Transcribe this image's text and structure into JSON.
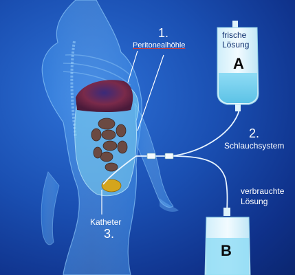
{
  "labels": {
    "step1_number": "1.",
    "step1_text": "Peritonealhöhle",
    "step2_number": "2.",
    "step2_text": "Schlauchsystem",
    "step3_text": "Katheter",
    "step3_number": "3.",
    "bag_a_text_line1": "frische",
    "bag_a_text_line2": "Lösung",
    "bag_a_letter": "A",
    "bag_b_text_line1": "verbrauchte",
    "bag_b_text_line2": "Lösung",
    "bag_b_letter": "B"
  },
  "colors": {
    "background": "#1a4fb2",
    "body": "#5fb2ff",
    "fluid": "#7fd4f0",
    "organs": "#6b4a42",
    "liver": "#7a2a4a",
    "bladder": "#d4a51c",
    "tube": "#e8f4ff",
    "label_underline": "#c83a3a"
  }
}
